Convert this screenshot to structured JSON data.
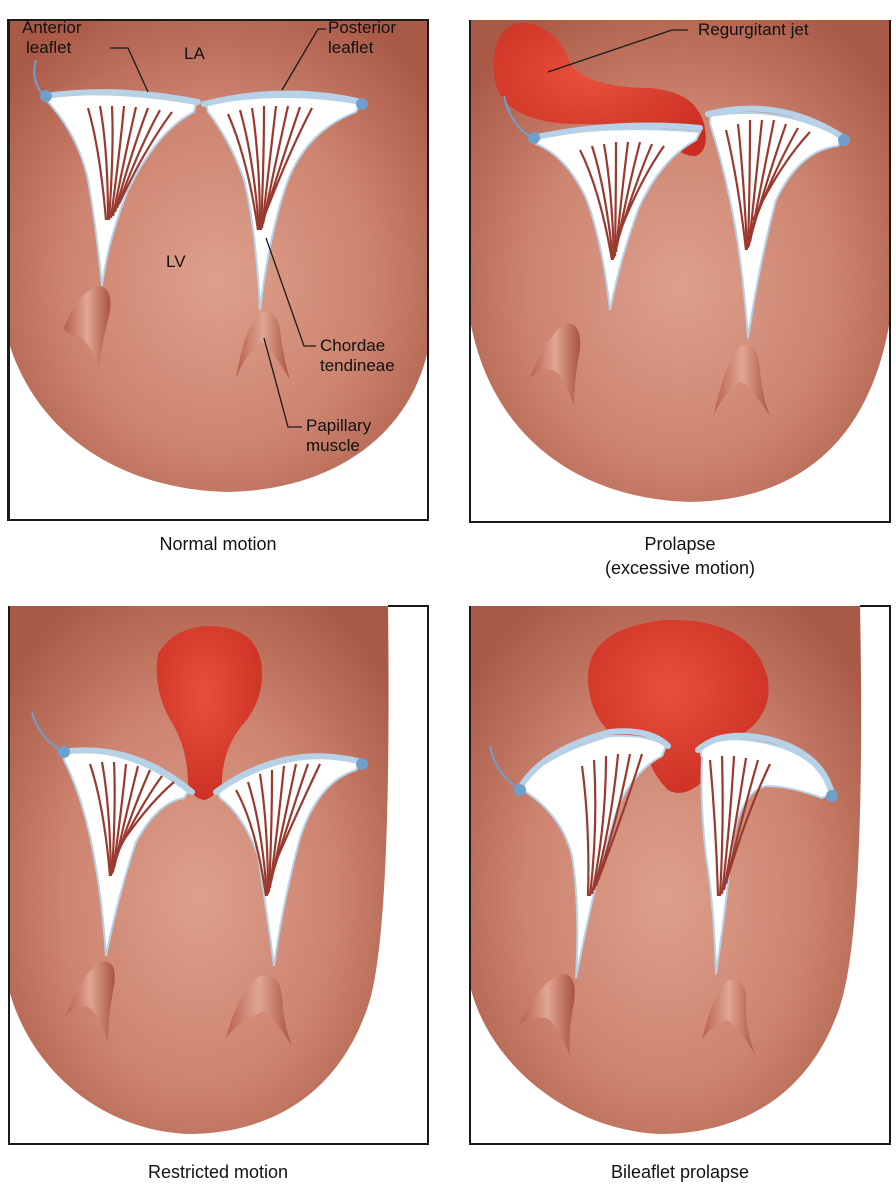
{
  "panels": [
    {
      "caption": "Normal motion"
    },
    {
      "caption_line1": "Prolapse",
      "caption_line2": "(excessive motion)"
    },
    {
      "caption": "Restricted motion"
    },
    {
      "caption": "Bileaflet prolapse"
    }
  ],
  "labels": {
    "anterior_line1": "Anterior",
    "anterior_line2": "leaflet",
    "la": "LA",
    "posterior_line1": "Posterior",
    "posterior_line2": "leaflet",
    "lv": "LV",
    "chordae_line1": "Chordae",
    "chordae_line2": "tendineae",
    "papillary_line1": "Papillary",
    "papillary_line2": "muscle",
    "regurgitant_jet": "Regurgitant jet"
  },
  "colors": {
    "tissue": "#cf8570",
    "tissue_dark": "#a65440",
    "leaflet": "#b7d2e6",
    "leaflet_dot": "#6f9fcd",
    "chordae": "#9a3a2e",
    "regurgitant_jet": "#dd3b2b",
    "frame": "#1a1a1a"
  }
}
